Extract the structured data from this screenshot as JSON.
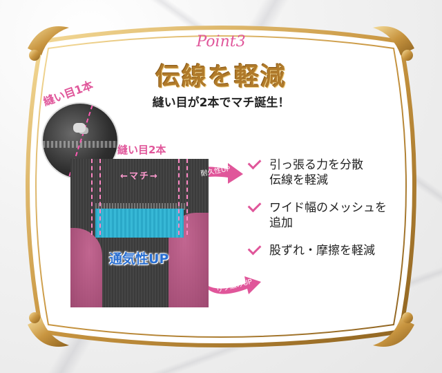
{
  "header": {
    "point_label": "Point3",
    "title": "伝線を軽減",
    "subtitle": "縫い目が2本でマチ誕生！"
  },
  "callouts": {
    "seam_one": "縫い目1本",
    "seam_two": "縫い目2本",
    "gusset": "←マチ→",
    "breathability": "通気性UP",
    "arrow_top": "耐久性UP",
    "arrow_bottom": "リブ編みUP"
  },
  "features": [
    {
      "text": "引っ張る力を分散\n伝線を軽減"
    },
    {
      "text": "ワイド幅のメッシュを\n追加"
    },
    {
      "text": "股ずれ・摩擦を軽減"
    }
  ],
  "colors": {
    "accent_pink": "#e0569a",
    "gold": "#b07a2a",
    "blue": "#2a6fd1",
    "mesh": "#2aa8c8"
  }
}
